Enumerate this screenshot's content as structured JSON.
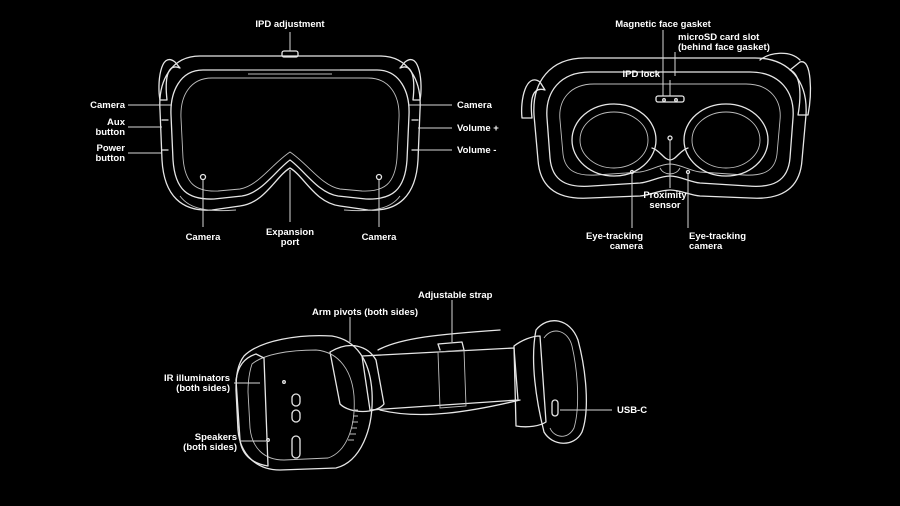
{
  "labels": {
    "front_view": {
      "ipd_adjustment": "IPD adjustment",
      "camera_left": "Camera",
      "aux_button_1": "Aux",
      "aux_button_2": "button",
      "power_button_1": "Power",
      "power_button_2": "button",
      "camera_bottom_left": "Camera",
      "expansion_port_1": "Expansion",
      "expansion_port_2": "port",
      "camera_bottom_right": "Camera",
      "camera_right": "Camera",
      "volume_plus": "Volume +",
      "volume_minus": "Volume -"
    },
    "rear_view": {
      "magnetic_face_gasket": "Magnetic face gasket",
      "microsd_slot_1": "microSD card slot",
      "microsd_slot_2": "(behind face gasket)",
      "ipd_lock": "IPD lock",
      "proximity_sensor_1": "Proximity",
      "proximity_sensor_2": "sensor",
      "eye_tracking_left_1": "Eye-tracking",
      "eye_tracking_left_2": "camera",
      "eye_tracking_right_1": "Eye-tracking",
      "eye_tracking_right_2": "camera"
    },
    "side_view": {
      "adjustable_strap": "Adjustable strap",
      "arm_pivots": "Arm pivots (both sides)",
      "ir_illuminators_1": "IR illuminators",
      "ir_illuminators_2": "(both sides)",
      "speakers_1": "Speakers",
      "speakers_2": "(both sides)",
      "usb_c": "USB-C"
    }
  },
  "colors": {
    "background": "#000000",
    "line": "#e6e6e6",
    "text": "#ffffff"
  }
}
